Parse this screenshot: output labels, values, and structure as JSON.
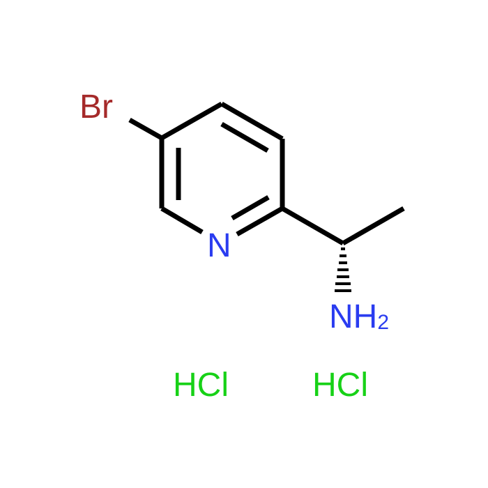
{
  "molecule": {
    "atoms": {
      "br": {
        "label": "Br",
        "color": "#a52a2a"
      },
      "n_ring": {
        "label": "N",
        "color": "#2a3cf0"
      },
      "nh2": {
        "label": "NH",
        "subscript": "2",
        "color": "#2a3cf0"
      }
    },
    "counterions": [
      {
        "label": "HCl",
        "color": "#17d117"
      },
      {
        "label": "HCl",
        "color": "#17d117"
      }
    ],
    "bond_color": "#000000"
  }
}
